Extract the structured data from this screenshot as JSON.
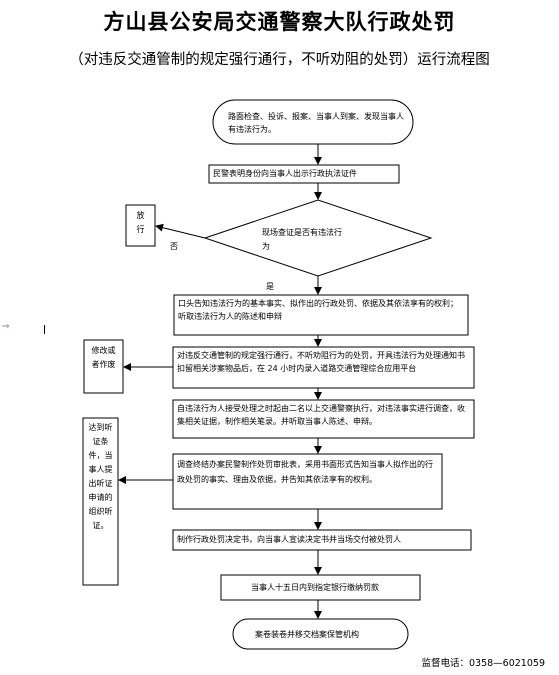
{
  "title": "方山县公安局交通警察大队行政处罚",
  "subtitle": "（对违反交通管制的规定强行通行，不听劝阻的处罚）运行流程图",
  "nodes": {
    "start": "路面检查、投诉、报案、当事人到案、发现当事人有违法行为。",
    "show_id": "民警表明身份向当事人出示行政执法证件",
    "decision": "现场查证是否有违法行为",
    "not_guilty": "放行",
    "inform": "口头告知违法行为的基本事实、拟作出的行政处罚、依据及其依法享有的权利；听取违法行为人的陈述和申辩",
    "detain": "对违反交通管制的规定强行通行，不听劝阻行为的处罚，开具违法行为处理通知书扣留相关涉案物品后，在 24 小时内录入道路交通管理综合应用平台",
    "correct": "修改或者作废",
    "investigate": "自违法行为人接受处理之时起由二名以上交通警察执行，对违法事实进行调查，收集相关证据，制作相关笔录。并听取当事人陈述、申辩。",
    "hearing": "达到听证条件，当事人提出听证申请的组织听证。",
    "approve": "调查终结办案民警制作处罚审批表，采用书面形式告知当事人拟作出的行政处罚的事实、理由及依据，并告知其依法享有的权利。",
    "decide": "制作行政处罚决定书，向当事人宣读决定书并当场交付被处罚人",
    "pay": "当事人十五日内到指定银行缴纳罚款",
    "archive": "案卷装卷并移交档案保管机构"
  },
  "edge_labels": {
    "no": "否",
    "yes": "是"
  },
  "hotline": "监督电话：0358—6021059"
}
